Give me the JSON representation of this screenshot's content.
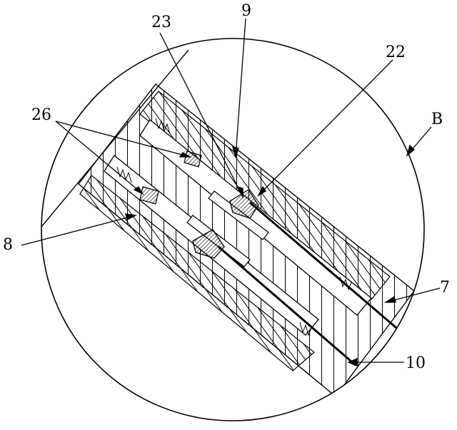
{
  "labels": {
    "l23": "23",
    "l9": "9",
    "l22": "22",
    "l26": "26",
    "lB": "B",
    "l8": "8",
    "l7": "7",
    "l10": "10"
  },
  "colors": {
    "ink": "#000000",
    "paper": "#ffffff"
  }
}
